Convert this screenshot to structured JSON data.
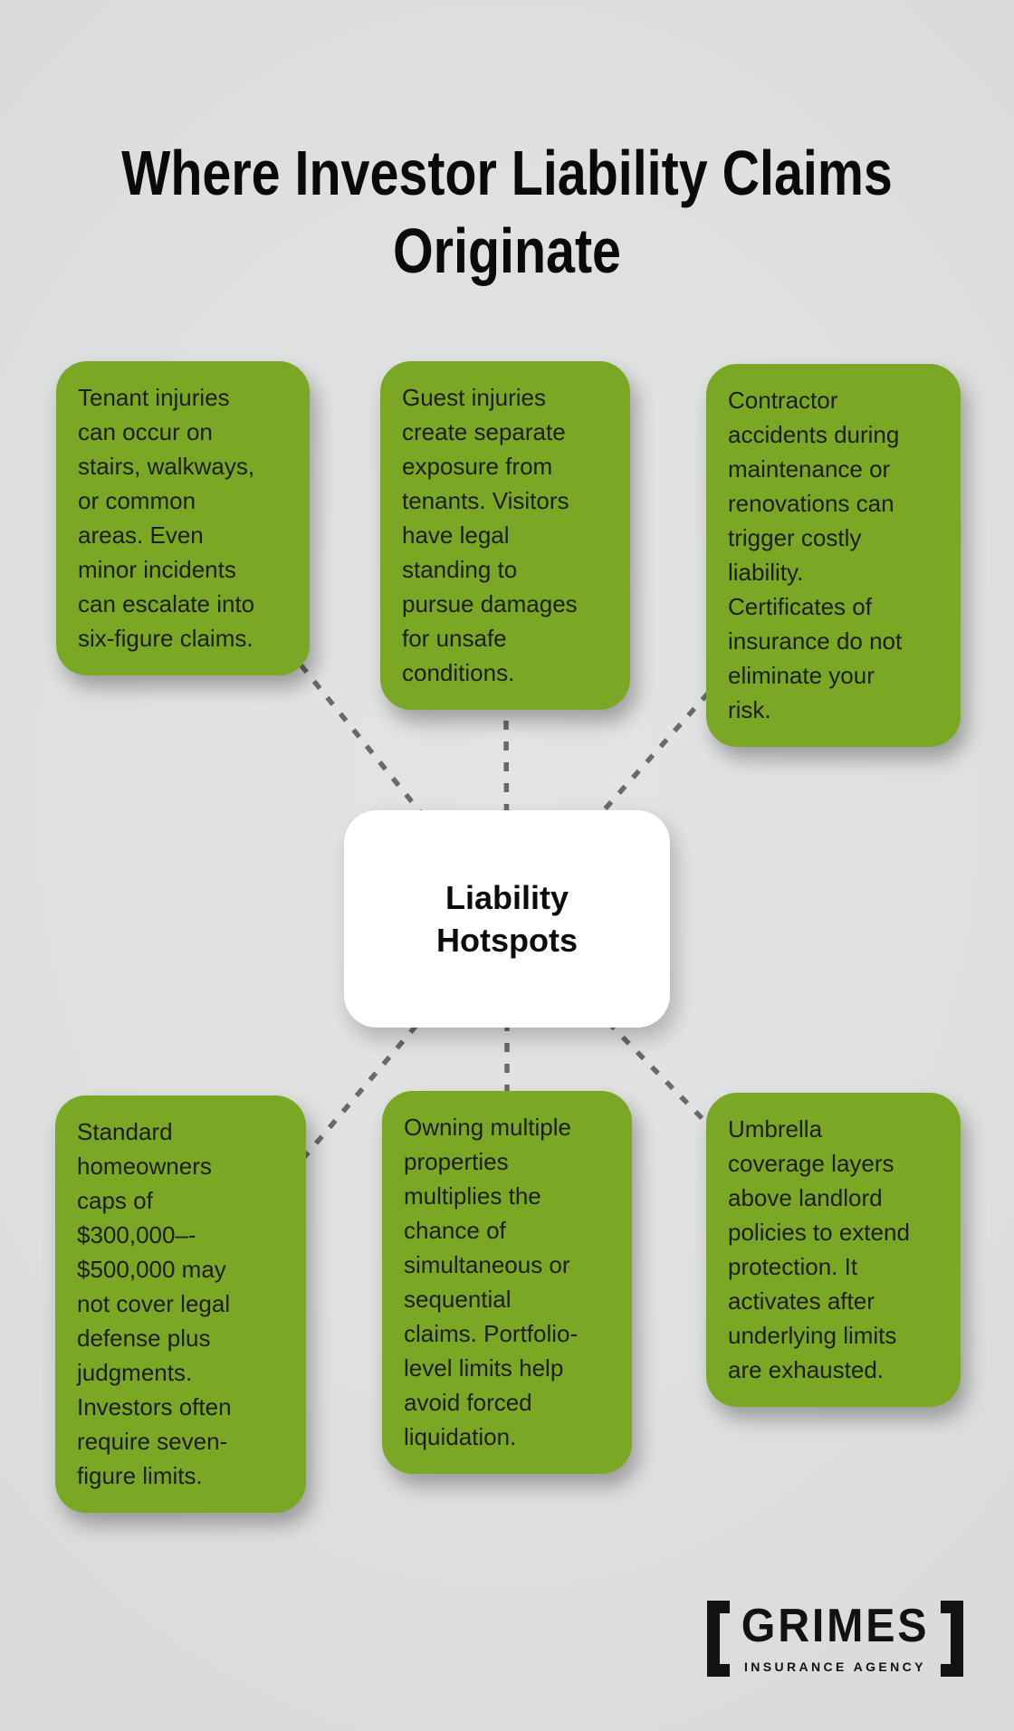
{
  "colors": {
    "background": "#dfe0e0",
    "node_green": "#7aa825",
    "connector_gray": "#67696b",
    "text_dark": "#1d1d1d"
  },
  "title": "Where Investor Liability Claims\nOriginate",
  "center_node": {
    "label": "Liability\nHotspots"
  },
  "nodes": [
    {
      "id": "tenant-injuries",
      "text": "Tenant injuries\ncan occur on\nstairs, walkways,\nor common\nareas. Even\nminor incidents\ncan escalate into\nsix-figure claims."
    },
    {
      "id": "guest-injuries",
      "text": "Guest injuries\ncreate separate\nexposure from\ntenants. Visitors\nhave legal\nstanding to\npursue damages\nfor unsafe\nconditions."
    },
    {
      "id": "contractor-accidents",
      "text": "Contractor\naccidents during\nmaintenance or\nrenovations can\ntrigger costly\nliability.\nCertificates of\ninsurance do not\neliminate your\nrisk."
    },
    {
      "id": "homeowners-caps",
      "text": "Standard\nhomeowners\ncaps of\n$300,000–-\n$500,000 may\nnot cover legal\ndefense plus\njudgments.\nInvestors often\nrequire seven-\nfigure limits."
    },
    {
      "id": "multiple-properties",
      "text": "Owning multiple\nproperties\nmultiplies the\nchance of\nsimultaneous or\nsequential\nclaims. Portfolio-\nlevel limits help\navoid forced\nliquidation."
    },
    {
      "id": "umbrella-coverage",
      "text": "Umbrella\ncoverage layers\nabove landlord\npolicies to extend\nprotection. It\nactivates after\nunderlying limits\nare exhausted."
    }
  ],
  "logo": {
    "name": "GRIMES",
    "tagline": "INSURANCE AGENCY"
  }
}
